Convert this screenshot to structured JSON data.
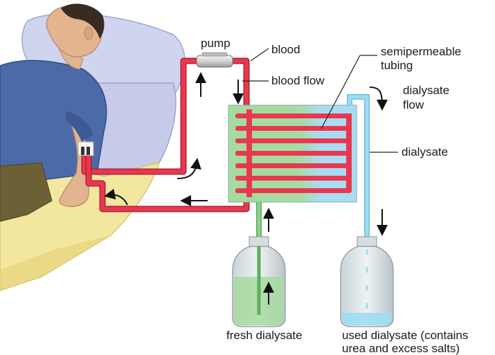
{
  "labels": {
    "pump": "pump",
    "blood": "blood",
    "blood_flow": "blood flow",
    "semipermeable_line1": "semipermeable",
    "semipermeable_line2": "tubing",
    "dialysate_flow_line1": "dialysate",
    "dialysate_flow_line2": "flow",
    "dialysate": "dialysate",
    "fresh_dialysate": "fresh dialysate",
    "used_dialysate_line1": "used dialysate (contains",
    "used_dialysate_line2": "urea and excess salts)"
  },
  "colors": {
    "blood": "#e8384f",
    "blood_dark": "#b01f35",
    "fresh_dialysate": "#8fd08a",
    "used_dialysate": "#9fdcf3",
    "chamber_green": "#a6dba0",
    "chamber_blue": "#a8dcf2",
    "bed_blue": "#cfd4ef",
    "bed_yellow": "#f3e7a0",
    "shirt": "#4d6aa8",
    "skin": "#e2b48f"
  },
  "icons": [
    "flow-arrow-icon",
    "pump-icon",
    "patient-illustration",
    "dialysis-chamber",
    "bottle-icon"
  ]
}
